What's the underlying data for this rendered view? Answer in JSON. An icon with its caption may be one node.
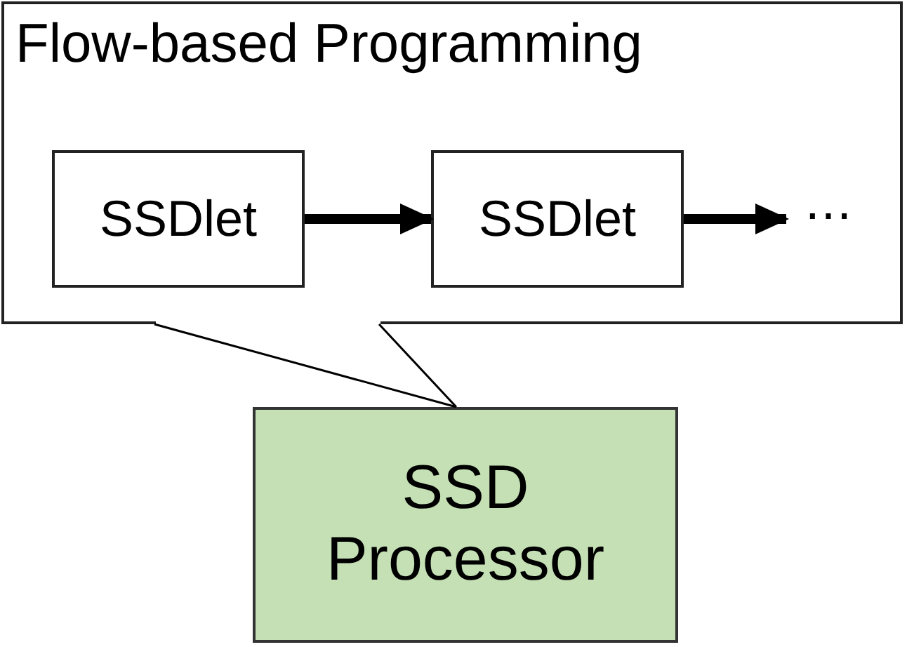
{
  "diagram": {
    "nodes": [
      {
        "text": [
          "Flow-based Programming"
        ]
      },
      {
        "text": [
          "SSDlet"
        ],
        "in": 0
      },
      {
        "text": [
          "SSDlet"
        ],
        "in": 0
      },
      {
        "text": [
          "⋯"
        ],
        "in": 0
      },
      {
        "text": [
          "SSD Processor"
        ]
      }
    ],
    "edges": [
      {
        "from": 1,
        "to": 2,
        "arrow": "to"
      },
      {
        "from": 2,
        "to": 3,
        "arrow": "to"
      },
      {
        "from": 0,
        "to": 4,
        "arrow": "none"
      }
    ]
  }
}
